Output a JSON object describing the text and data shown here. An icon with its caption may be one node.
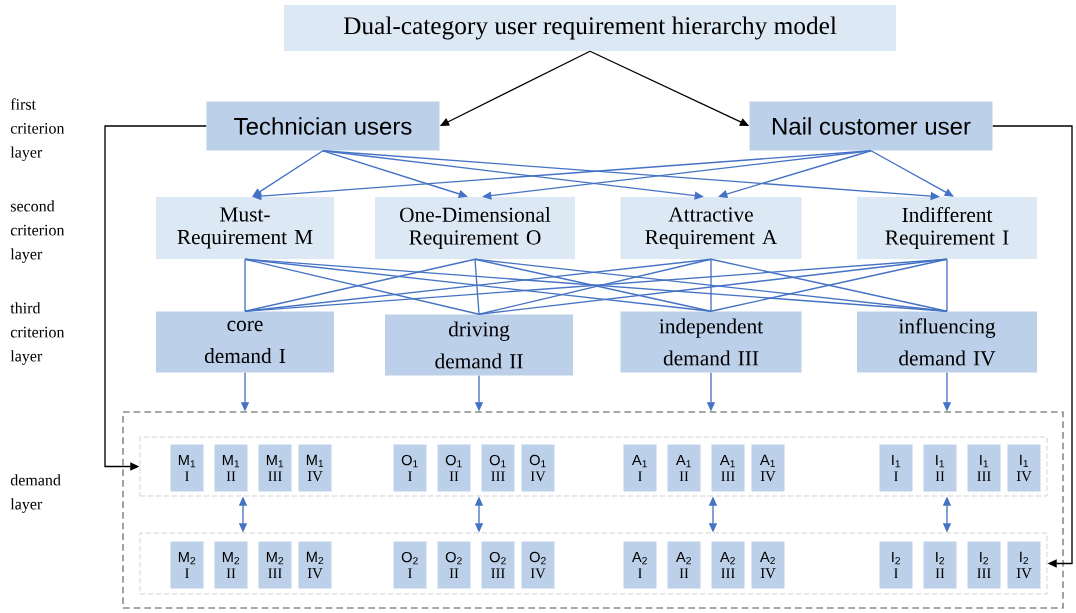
{
  "diagram": {
    "nodes": [
      {
        "text": [
          "Dual-category user requirement hierarchy model"
        ]
      },
      {
        "text": [
          "Technician users"
        ]
      },
      {
        "text": [
          "Nail customer user"
        ]
      },
      {
        "text": [
          "Must- Requirement M"
        ]
      },
      {
        "text": [
          "One-Dimensional Requirement O"
        ]
      },
      {
        "text": [
          "Attractive Requirement A"
        ]
      },
      {
        "text": [
          "Indifferent Requirement I"
        ]
      },
      {
        "text": [
          "core demand I"
        ]
      },
      {
        "text": [
          "driving demand II"
        ]
      },
      {
        "text": [
          "independent demand III"
        ]
      },
      {
        "text": [
          "influencing demand IV"
        ]
      },
      {
        "text": [],
        "shape": "box"
      },
      {
        "text": [],
        "shape": "box",
        "in": 11
      },
      {
        "text": [],
        "shape": "box",
        "in": 11
      },
      {
        "text": [
          "M$_{1}$",
          "I"
        ],
        "in": 12
      },
      {
        "text": [
          "M$_{1}$",
          "II"
        ],
        "in": 12
      },
      {
        "text": [
          "M$_{1}$",
          "III"
        ],
        "in": 12
      },
      {
        "text": [
          "M$_{1}$",
          "IV"
        ],
        "in": 12
      },
      {
        "text": [
          "O$_{1}$",
          "I"
        ],
        "in": 12
      },
      {
        "text": [
          "O$_{1}$",
          "II"
        ],
        "in": 12
      },
      {
        "text": [
          "O$_{1}$",
          "III"
        ],
        "in": 12
      },
      {
        "text": [
          "O$_{1}$",
          "IV"
        ],
        "in": 12
      },
      {
        "text": [
          "A$_{1}$",
          "I"
        ],
        "in": 12
      },
      {
        "text": [
          "A$_{1}$",
          "II"
        ],
        "in": 12
      },
      {
        "text": [
          "A$_{1}$",
          "III"
        ],
        "in": 12
      },
      {
        "text": [
          "A$_{1}$",
          "IV"
        ],
        "in": 12
      },
      {
        "text": [
          "I$_{1}$",
          "I"
        ],
        "in": 12
      },
      {
        "text": [
          "I$_{1}$",
          "II"
        ],
        "in": 12
      },
      {
        "text": [
          "I$_{1}$",
          "III"
        ],
        "in": 12
      },
      {
        "text": [
          "I$_{1}$",
          "IV"
        ],
        "in": 12
      },
      {
        "text": [
          "M$_{2}$",
          "I"
        ],
        "in": 13
      },
      {
        "text": [
          "M$_{2}$",
          "II"
        ],
        "in": 13
      },
      {
        "text": [
          "M$_{2}$",
          "III"
        ],
        "in": 13
      },
      {
        "text": [
          "M$_{2}$",
          "IV"
        ],
        "in": 13
      },
      {
        "text": [
          "O$_{2}$",
          "I"
        ],
        "in": 13
      },
      {
        "text": [
          "O$_{2}$",
          "II"
        ],
        "in": 13
      },
      {
        "text": [
          "O$_{2}$",
          "III"
        ],
        "in": 13
      },
      {
        "text": [
          "O$_{2}$",
          "IV"
        ],
        "in": 13
      },
      {
        "text": [
          "A$_{2}$",
          "I"
        ],
        "in": 13
      },
      {
        "text": [
          "A$_{2}$",
          "II"
        ],
        "in": 13
      },
      {
        "text": [
          "A$_{2}$",
          "III"
        ],
        "in": 13
      },
      {
        "text": [
          "A$_{2}$",
          "IV"
        ],
        "in": 13
      },
      {
        "text": [
          "I$_{2}$",
          "I"
        ],
        "in": 13
      },
      {
        "text": [
          "I$_{2}$",
          "II"
        ],
        "in": 13
      },
      {
        "text": [
          "I$_{2}$",
          "III"
        ],
        "in": 13
      },
      {
        "text": [
          "I$_{2}$",
          "IV"
        ],
        "in": 13
      }
    ],
    "edges": [
      {
        "from": 0,
        "to": 1,
        "arrow": "to",
        "color": "#000000"
      },
      {
        "from": 0,
        "to": 2,
        "arrow": "to",
        "color": "#000000"
      },
      {
        "from": 1,
        "to": 3,
        "arrow": "to"
      },
      {
        "from": 1,
        "to": 4,
        "arrow": "to"
      },
      {
        "from": 1,
        "to": 5,
        "arrow": "to"
      },
      {
        "from": 1,
        "to": 6,
        "arrow": "to"
      },
      {
        "from": 2,
        "to": 3,
        "arrow": "to"
      },
      {
        "from": 2,
        "to": 4,
        "arrow": "to"
      },
      {
        "from": 2,
        "to": 5,
        "arrow": "to"
      },
      {
        "from": 2,
        "to": 6,
        "arrow": "to"
      },
      {
        "from": 3,
        "to": 7,
        "arrow": "none"
      },
      {
        "from": 3,
        "to": 8,
        "arrow": "none"
      },
      {
        "from": 3,
        "to": 9,
        "arrow": "none"
      },
      {
        "from": 3,
        "to": 10,
        "arrow": "none"
      },
      {
        "from": 4,
        "to": 7,
        "arrow": "none"
      },
      {
        "from": 4,
        "to": 8,
        "arrow": "none"
      },
      {
        "from": 4,
        "to": 9,
        "arrow": "none"
      },
      {
        "from": 4,
        "to": 10,
        "arrow": "none"
      },
      {
        "from": 5,
        "to": 7,
        "arrow": "none"
      },
      {
        "from": 5,
        "to": 8,
        "arrow": "none"
      },
      {
        "from": 5,
        "to": 9,
        "arrow": "none"
      },
      {
        "from": 5,
        "to": 10,
        "arrow": "none"
      },
      {
        "from": 6,
        "to": 7,
        "arrow": "none"
      },
      {
        "from": 6,
        "to": 8,
        "arrow": "none"
      },
      {
        "from": 6,
        "to": 9,
        "arrow": "none"
      },
      {
        "from": 6,
        "to": 10,
        "arrow": "none"
      },
      {
        "from": 7,
        "to": 11,
        "arrow": "to"
      },
      {
        "from": 8,
        "to": 11,
        "arrow": "to"
      },
      {
        "from": 9,
        "to": 11,
        "arrow": "to"
      },
      {
        "from": 10,
        "to": 11,
        "arrow": "to"
      },
      {
        "from": 12,
        "to": 13,
        "arrow": "both"
      },
      {
        "from": 12,
        "to": 13,
        "arrow": "both"
      },
      {
        "from": 12,
        "to": 13,
        "arrow": "both"
      },
      {
        "from": 12,
        "to": 13,
        "arrow": "both"
      },
      {
        "from": 1,
        "to": 12,
        "arrow": "to",
        "color": "#000000"
      },
      {
        "from": 2,
        "to": 13,
        "arrow": "to",
        "color": "#000000"
      }
    ],
    "labels": [
      "first criterion layer",
      "second criterion layer",
      "third criterion layer",
      "demand layer"
    ]
  }
}
